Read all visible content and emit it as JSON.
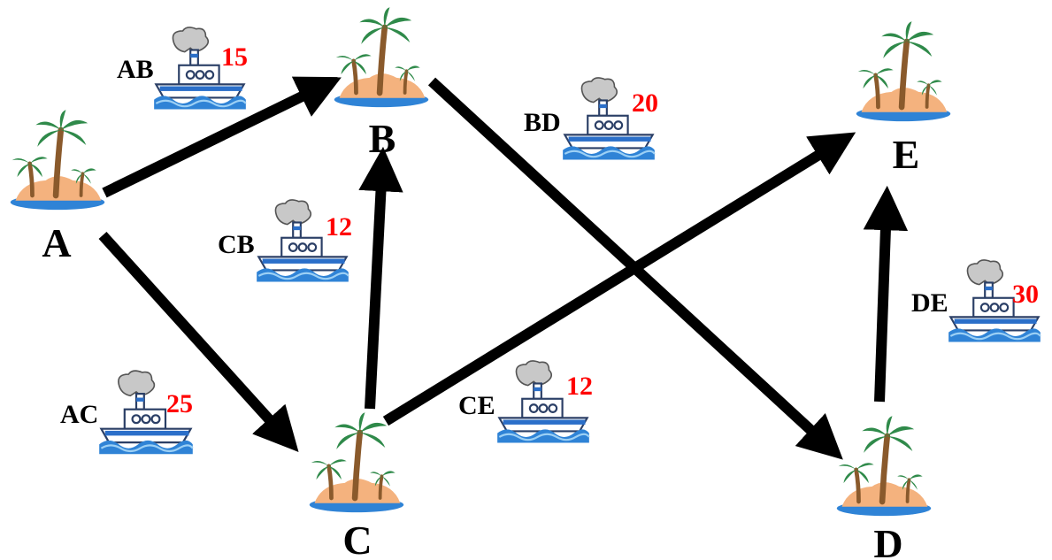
{
  "colors": {
    "cost": "#ff0000",
    "arrow": "#000000",
    "sand": "#f4b27e",
    "sea": "#2f83d6",
    "hull": "#2b6fc9",
    "smoke": "#c8c8c8",
    "leaf": "#2f8a4a",
    "trunk": "#8a5a2c"
  },
  "nodes": [
    {
      "id": "A",
      "label": "A",
      "icon": "island-icon"
    },
    {
      "id": "B",
      "label": "B",
      "icon": "island-icon"
    },
    {
      "id": "C",
      "label": "C",
      "icon": "island-icon"
    },
    {
      "id": "D",
      "label": "D",
      "icon": "island-icon"
    },
    {
      "id": "E",
      "label": "E",
      "icon": "island-icon"
    }
  ],
  "edges": [
    {
      "id": "AB",
      "from": "A",
      "to": "B",
      "label": "AB",
      "cost": "15",
      "icon": "ship-icon"
    },
    {
      "id": "AC",
      "from": "A",
      "to": "C",
      "label": "AC",
      "cost": "25",
      "icon": "ship-icon"
    },
    {
      "id": "CB",
      "from": "C",
      "to": "B",
      "label": "CB",
      "cost": "12",
      "icon": "ship-icon"
    },
    {
      "id": "BD",
      "from": "B",
      "to": "D",
      "label": "BD",
      "cost": "20",
      "icon": "ship-icon"
    },
    {
      "id": "CE",
      "from": "C",
      "to": "E",
      "label": "CE",
      "cost": "12",
      "icon": "ship-icon"
    },
    {
      "id": "DE",
      "from": "D",
      "to": "E",
      "label": "DE",
      "cost": "30",
      "icon": "ship-icon"
    }
  ]
}
